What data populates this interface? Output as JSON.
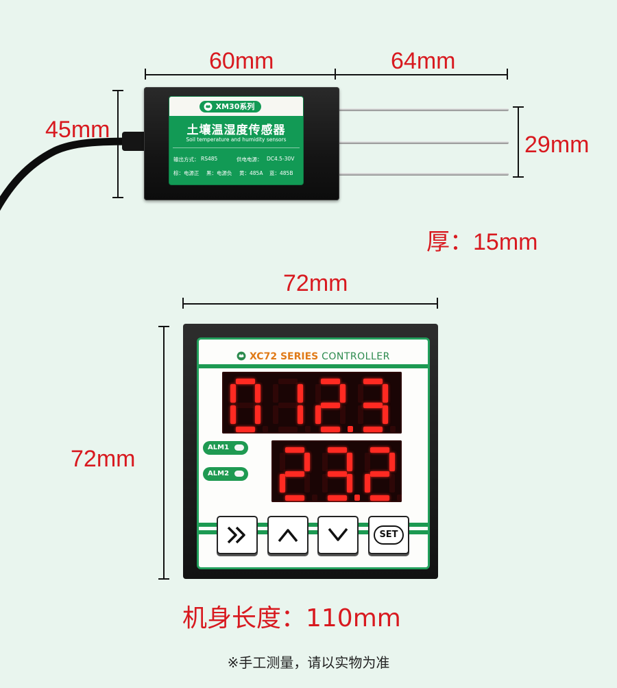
{
  "dimensions": {
    "sensor_body_width": "60mm",
    "probe_length": "64mm",
    "sensor_height": "45mm",
    "probe_span": "29mm",
    "thickness": "厚：15mm",
    "controller_width": "72mm",
    "controller_height": "72mm",
    "body_length": "机身长度：110mm"
  },
  "sensor_label": {
    "series": "XM30系列",
    "title": "土壤温湿度传感器",
    "subtitle": "Soil temperature and humidity sensors",
    "output_label": "输出方式：",
    "output_value": "RS485",
    "power_label": "供电电源：",
    "power_value": "DC4.5-30V",
    "wire_brown": "棕：电源正",
    "wire_black": "黑：电源负",
    "wire_yellow": "黄：485A",
    "wire_blue": "蓝：485B"
  },
  "controller": {
    "brand_series": "XC72 SERIES",
    "brand_word": "CONTROLLER",
    "display_top": "012.3",
    "display_bottom": "23.2",
    "alarm1": "ALM1",
    "alarm2": "ALM2",
    "set_label": "SET",
    "buttons": [
      "shift-icon",
      "up-arrow-icon",
      "down-arrow-icon",
      "set-button"
    ]
  },
  "footnote": "※手工测量，请以实物为准",
  "colors": {
    "background": "#e9f5ee",
    "dimension_text": "#d8191f",
    "label_green": "#129a55",
    "led_red": "#ff2a22",
    "accent_orange": "#e07a17"
  }
}
